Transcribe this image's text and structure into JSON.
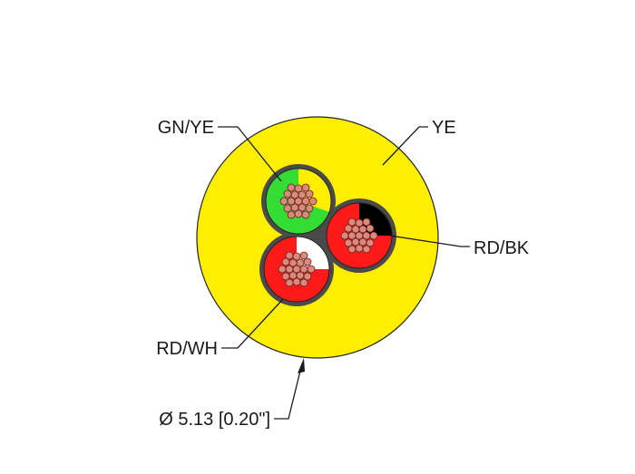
{
  "labels": {
    "gn_ye": "GN/YE",
    "ye": "YE",
    "rd_bk": "RD/BK",
    "rd_wh": "RD/WH",
    "diameter": "Ø 5.13 [0.20\"]"
  },
  "colors": {
    "jacket": "#ffee00",
    "jacket_stroke": "#222222",
    "filler": "#4a4a4a",
    "green": "#33dd33",
    "yellow_stripe": "#ffee00",
    "red": "#ff1a1a",
    "black": "#000000",
    "white": "#ffffff",
    "strand": "#d98a7a",
    "strand_stroke": "#6a2020",
    "leader": "#1a1a1a"
  }
}
